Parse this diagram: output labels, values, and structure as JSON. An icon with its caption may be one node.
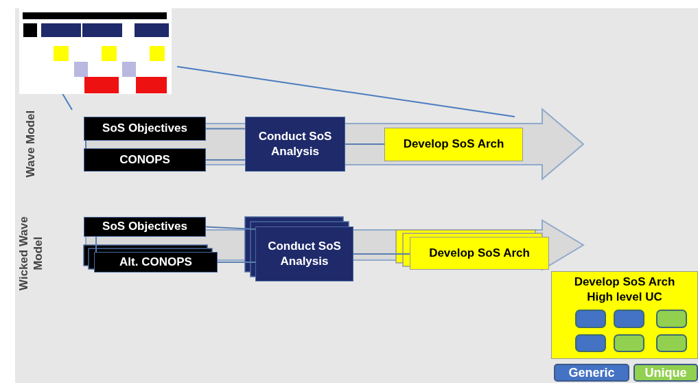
{
  "diagram": {
    "nodes": [
      {
        "text": [],
        "shape": "picture"
      },
      {
        "text": [
          "SoS Objectives"
        ]
      },
      {
        "text": [
          "CONOPS"
        ]
      },
      {
        "text": [
          "Conduct SoS Analysis"
        ]
      },
      {
        "text": [
          "Develop SoS Arch"
        ]
      },
      {
        "text": [
          "SoS Objectives"
        ]
      },
      {
        "text": [
          "Alt. CONOPS"
        ]
      },
      {
        "text": [
          "Conduct SoS Analysis"
        ]
      },
      {
        "text": [
          "Develop SoS Arch"
        ]
      },
      {
        "text": [
          "Develop SoS Arch High level UC"
        ]
      },
      {
        "text": [],
        "shape": "box",
        "in": 9
      },
      {
        "text": [],
        "shape": "box",
        "in": 9
      },
      {
        "text": [],
        "shape": "box",
        "in": 9
      },
      {
        "text": [],
        "shape": "box",
        "in": 9
      },
      {
        "text": [],
        "shape": "box",
        "in": 9
      },
      {
        "text": [],
        "shape": "box",
        "in": 9
      }
    ],
    "edges": [
      {
        "from": 1,
        "to": 2,
        "arrow": "none"
      },
      {
        "from": 1,
        "to": 3,
        "arrow": "none"
      },
      {
        "from": 2,
        "to": 3,
        "arrow": "none"
      },
      {
        "from": 3,
        "to": 4,
        "arrow": "none"
      },
      {
        "from": 5,
        "to": 6,
        "arrow": "none"
      },
      {
        "from": 5,
        "to": 7,
        "arrow": "none"
      },
      {
        "from": 6,
        "to": 7,
        "arrow": "none"
      },
      {
        "from": 7,
        "to": 8,
        "arrow": "none"
      }
    ],
    "labels": [
      "Wave Model",
      "Wicked Wave Model"
    ],
    "legend": [
      {
        "text": "Generic",
        "color": "#4472c4"
      },
      {
        "text": "Unique",
        "color": "#92d050"
      }
    ]
  }
}
